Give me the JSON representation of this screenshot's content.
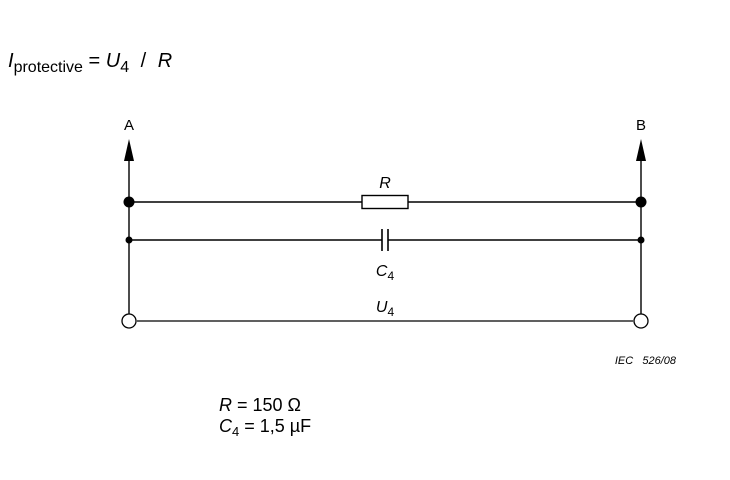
{
  "formula": {
    "current_symbol": "I",
    "current_subscript": "protective",
    "equals": "=",
    "voltage_symbol": "U",
    "voltage_subscript": "4",
    "operator": "/",
    "resistance_symbol": "R"
  },
  "circuit": {
    "terminal_a": "A",
    "terminal_b": "B",
    "resistor_label": "R",
    "capacitor_label": "C",
    "capacitor_subscript": "4",
    "voltage_label": "U",
    "voltage_subscript": "4"
  },
  "figure_reference": "IEC   526/08",
  "values": {
    "resistance": {
      "symbol": "R",
      "text": " = 150 Ω"
    },
    "capacitance": {
      "symbol": "C",
      "subscript": "4",
      "text": " = 1,5 µF"
    }
  }
}
